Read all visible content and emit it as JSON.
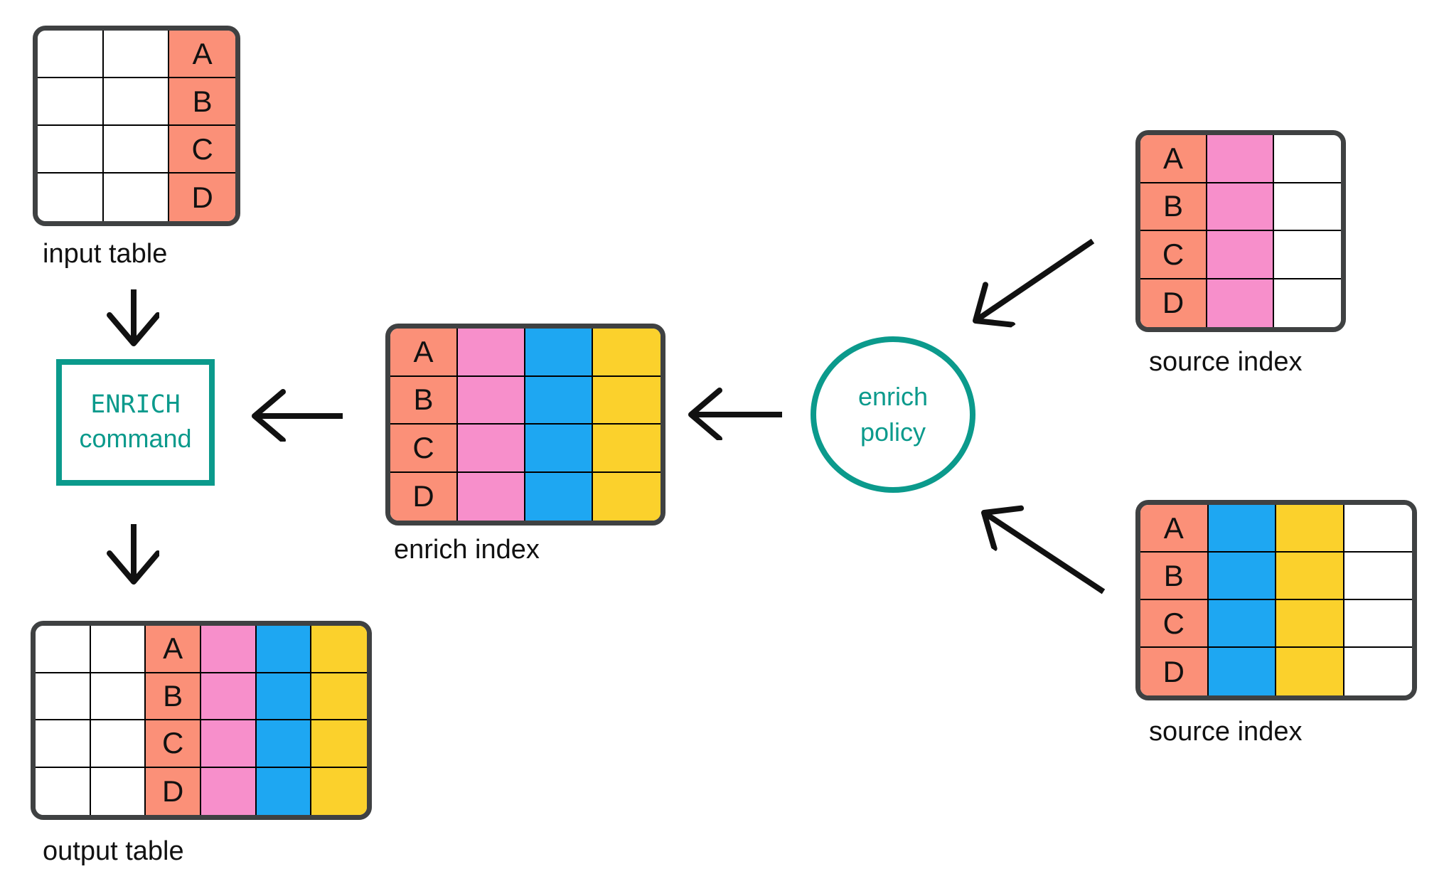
{
  "palette": {
    "salmon": "#FB9078",
    "pink": "#F78FCB",
    "blue": "#1EA7F2",
    "yellow": "#FBD12C",
    "white": "#FFFFFF",
    "teal": "#0B9A8C",
    "arrow": "#111111",
    "table_border": "#3F4142",
    "grid_line": "#000000"
  },
  "row_letters": [
    "A",
    "B",
    "C",
    "D"
  ],
  "command_box": {
    "line1": "ENRICH",
    "line2": "command"
  },
  "policy_circle": {
    "line1": "enrich",
    "line2": "policy"
  },
  "tables": [
    {
      "id": "input-table",
      "label": "input table",
      "rows": 4,
      "columns": [
        {
          "color": "white",
          "lettered": false
        },
        {
          "color": "white",
          "lettered": false
        },
        {
          "color": "salmon",
          "lettered": true
        }
      ]
    },
    {
      "id": "enrich-index",
      "label": "enrich index",
      "rows": 4,
      "columns": [
        {
          "color": "salmon",
          "lettered": true
        },
        {
          "color": "pink",
          "lettered": false
        },
        {
          "color": "blue",
          "lettered": false
        },
        {
          "color": "yellow",
          "lettered": false
        }
      ]
    },
    {
      "id": "output-table",
      "label": "output table",
      "rows": 4,
      "columns": [
        {
          "color": "white",
          "lettered": false
        },
        {
          "color": "white",
          "lettered": false
        },
        {
          "color": "salmon",
          "lettered": true
        },
        {
          "color": "pink",
          "lettered": false
        },
        {
          "color": "blue",
          "lettered": false
        },
        {
          "color": "yellow",
          "lettered": false
        }
      ]
    },
    {
      "id": "source-index-top",
      "label": "source index",
      "rows": 4,
      "columns": [
        {
          "color": "salmon",
          "lettered": true
        },
        {
          "color": "pink",
          "lettered": false
        },
        {
          "color": "white",
          "lettered": false
        }
      ]
    },
    {
      "id": "source-index-bottom",
      "label": "source index",
      "rows": 4,
      "columns": [
        {
          "color": "salmon",
          "lettered": true
        },
        {
          "color": "blue",
          "lettered": false
        },
        {
          "color": "yellow",
          "lettered": false
        },
        {
          "color": "white",
          "lettered": false
        }
      ]
    }
  ]
}
